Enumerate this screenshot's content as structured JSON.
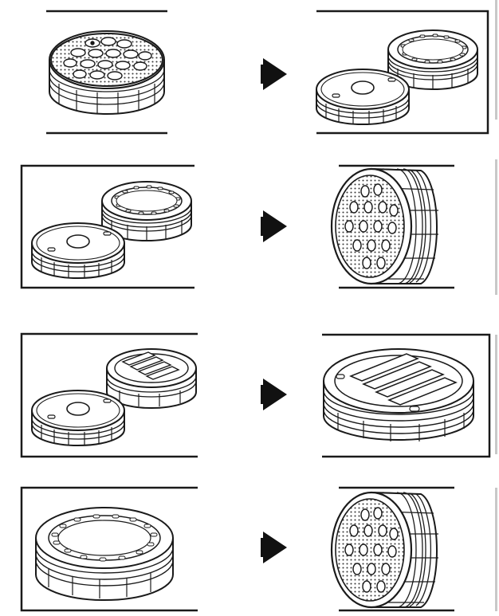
{
  "caption_fragment": "",
  "colors": {
    "line": "#1a1a1a",
    "grid": "#3a3a3a",
    "arrow": "#111111",
    "caption": "#333333",
    "edge": "#c8c8c8"
  },
  "steps": [
    {
      "id": "step-1",
      "left": "speaker-cap-closed",
      "right": "cap-opened",
      "arrow": "play-arrow-icon"
    },
    {
      "id": "step-2",
      "left": "cap-opened",
      "right": "speaker-side-view",
      "arrow": "play-arrow-icon"
    },
    {
      "id": "step-3",
      "left": "battery-compartment-opened",
      "right": "battery-compartment-closeup",
      "arrow": "play-arrow-icon"
    },
    {
      "id": "step-4",
      "left": "ring-assembly",
      "right": "speaker-side-view",
      "arrow": "play-arrow-icon"
    }
  ]
}
